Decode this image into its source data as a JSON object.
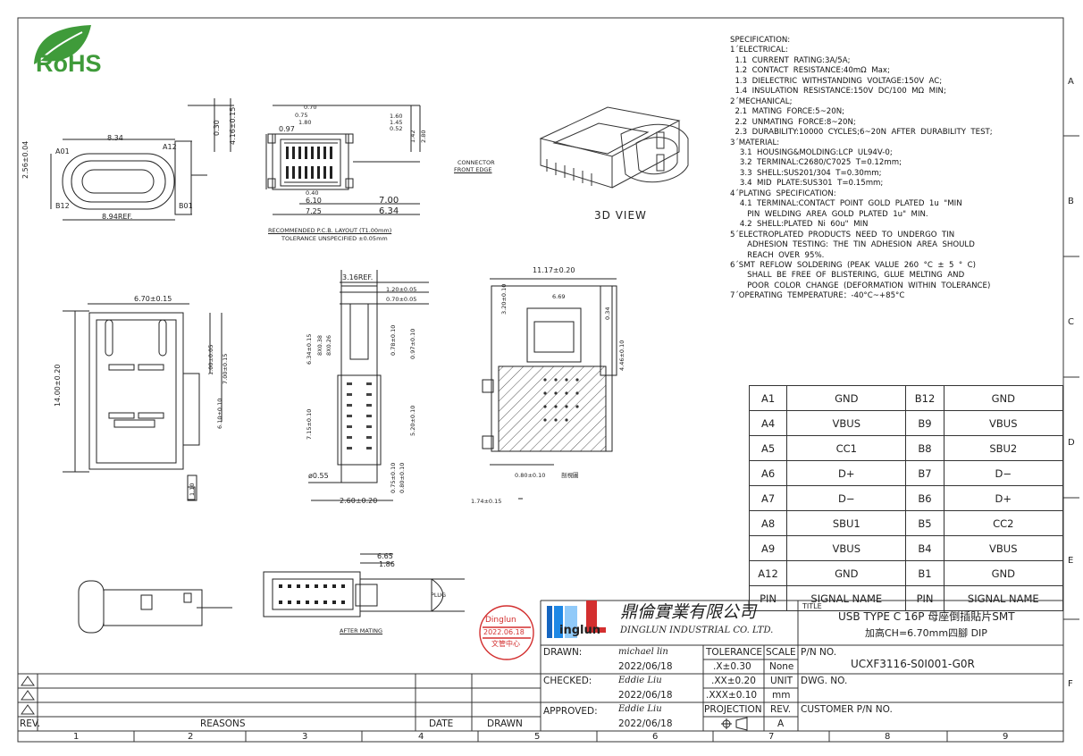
{
  "rohs": "RoHS",
  "view3d": "3D VIEW",
  "zones_right": [
    "A",
    "B",
    "C",
    "D",
    "E",
    "F"
  ],
  "zones_bottom": [
    "1",
    "2",
    "3",
    "4",
    "5",
    "6",
    "7",
    "8",
    "9"
  ],
  "spec_lines": [
    "SPECIFICATION:",
    "1´ELECTRICAL:",
    "  1.1  CURRENT  RATING:3A/5A;",
    "  1.2  CONTACT  RESISTANCE:40mΩ  Max;",
    "  1.3  DIELECTRIC  WITHSTANDING  VOLTAGE:150V  AC;",
    "  1.4  INSULATION  RESISTANCE:150V  DC/100  MΩ  MIN;",
    "2´MECHANICAL;",
    "  2.1  MATING  FORCE:5~20N;",
    "  2.2  UNMATING  FORCE:8~20N;",
    "  2.3  DURABILITY:10000  CYCLES;6~20N  AFTER  DURABILITY  TEST;",
    "3´MATERIAL:",
    "    3.1  HOUSING&MOLDING:LCP  UL94V-0;",
    "    3.2  TERMINAL:C2680/C7025  T=0.12mm;",
    "    3.3  SHELL:SUS201/304  T=0.30mm;",
    "    3.4  MID  PLATE:SUS301  T=0.15mm;",
    "4´PLATING  SPECIFICATION:",
    "    4.1  TERMINAL:CONTACT  POINT  GOLD  PLATED  1u  \"MIN",
    "       PIN  WELDING  AREA  GOLD  PLATED  1u\"  MIN.",
    "    4.2  SHELL:PLATED  Ni  60u\"  MIN",
    "5´ELECTROPLATED  PRODUCTS  NEED  TO  UNDERGO  TIN",
    "       ADHESION  TESTING:  THE  TIN  ADHESION  AREA  SHOULD",
    "       REACH  OVER  95%.",
    "6´SMT  REFLOW  SOLDERING  (PEAK  VALUE  260  °C  ±  5  °  C)",
    "       SHALL  BE  FREE  OF  BLISTERING,  GLUE  MELTING  AND",
    "       POOR  COLOR  CHANGE  (DEFORMATION  WITHIN  TOLERANCE)",
    "7´OPERATING  TEMPERATURE：-40°C~+85°C"
  ],
  "pin_table": {
    "rows": [
      [
        "A1",
        "GND",
        "B12",
        "GND"
      ],
      [
        "A4",
        "VBUS",
        "B9",
        "VBUS"
      ],
      [
        "A5",
        "CC1",
        "B8",
        "SBU2"
      ],
      [
        "A6",
        "D+",
        "B7",
        "D−"
      ],
      [
        "A7",
        "D−",
        "B6",
        "D+"
      ],
      [
        "A8",
        "SBU1",
        "B5",
        "CC2"
      ],
      [
        "A9",
        "VBUS",
        "B4",
        "VBUS"
      ],
      [
        "A12",
        "GND",
        "B1",
        "GND"
      ],
      [
        "PIN",
        "SIGNAL NAME",
        "PIN",
        "SIGNAL NAME"
      ]
    ]
  },
  "title_block": {
    "company_cn": "鼎倫實業有限公司",
    "company_en": "DINGLUN INDUSTRIAL CO. LTD.",
    "logo_text": "inglun",
    "title_label": "TITLE",
    "title_line1": "USB TYPE C 16P 母座倒插貼片SMT",
    "title_line2": "加高CH=6.70mm四腳 DIP",
    "drawn_label": "DRAWN:",
    "drawn_name": "michael lin",
    "drawn_date": "2022/06/18",
    "checked_label": "CHECKED:",
    "checked_name": "Eddie Liu",
    "checked_date": "2022/06/18",
    "approved_label": "APPROVED:",
    "approved_name": "Eddie Liu",
    "approved_date": "2022/06/18",
    "tolerance_label": "TOLERANCE",
    "tol1": ".X±0.30",
    "tol2": ".XX±0.20",
    "tol3": ".XXX±0.10",
    "scale_label": "SCALE",
    "scale_value": "None",
    "unit_label": "UNIT",
    "unit_value": "mm",
    "projection_label": "PROJECTION",
    "rev_label": "REV.",
    "rev_value": "A",
    "pn_label": "P/N NO.",
    "pn_value": "UCXF3116-S0I001-G0R",
    "dwg_label": "DWG. NO.",
    "customer_label": "CUSTOMER P/N NO."
  },
  "stamp": {
    "line1": "Dinglun",
    "line2": "2022.06.18",
    "line3": "文管中心"
  },
  "revision_block": {
    "rev": "REV.",
    "reasons": "REASONS",
    "date": "DATE",
    "drawn": "DRAWN"
  },
  "dims": {
    "d_834": "8.34",
    "d_a01": "A01",
    "d_a12": "A12",
    "d_b12": "B12",
    "d_b01": "B01",
    "d_894": "8.94REF.",
    "d_256": "2.56±0.04",
    "d_030": "0.30",
    "d_416": "4.16±0.15",
    "d_070": "0.70",
    "d_075": "0.75",
    "d_097": "0.97",
    "d_180": "1.80",
    "d_160": "1.60",
    "d_145": "1.45",
    "d_052": "0.52",
    "d_142": "1.42",
    "d_280": "2.80",
    "d_610": "6.10",
    "d_725": "7.25",
    "d_700": "7.00",
    "d_634": "6.34",
    "d_040": "0.40",
    "connector": "CONNECTOR",
    "front_edge": "FRONT EDGE",
    "pcb1": "RECOMMENDED  P.C.B. LAYOUT  (T1.00mm)",
    "pcb2": "TOLERANCE  UNSPECIFIED  ±0.05mm",
    "d_670": "6.70±0.15",
    "d_1400": "14.00±0.20",
    "d_100": "1.00±0.05",
    "d_700b": "7.00±0.15",
    "d_610b": "6.10±0.10",
    "d_110": "1.10",
    "d_316": "3.16REF.",
    "d_120": "1.20±0.05",
    "d_070b": "0.70±0.05",
    "d_634b": "6.34±0.15",
    "d_8x038": "8X0.38",
    "d_8x026": "8X0.26",
    "d_078": "0.78±0.10",
    "d_097b": "0.97±0.10",
    "d_715": "7.15±0.10",
    "d_520": "5.20±0.10",
    "d_055": "ø0.55",
    "d_075b": "0.75±0.10",
    "d_080": "0.80±0.10",
    "d_260": "2.60±0.20",
    "d_1117": "11.17±0.20",
    "d_320": "3.20±0.10",
    "d_669": "6.69",
    "d_034": "0.34",
    "d_446": "4.46±0.10",
    "d_080b": "0.80±0.10",
    "side_view": "剖視圖",
    "d_174": "1.74±0.15",
    "d_665": "6.65",
    "d_186": "1.86",
    "plug": "PLUG",
    "after_mating": "AFTER  MATING"
  }
}
